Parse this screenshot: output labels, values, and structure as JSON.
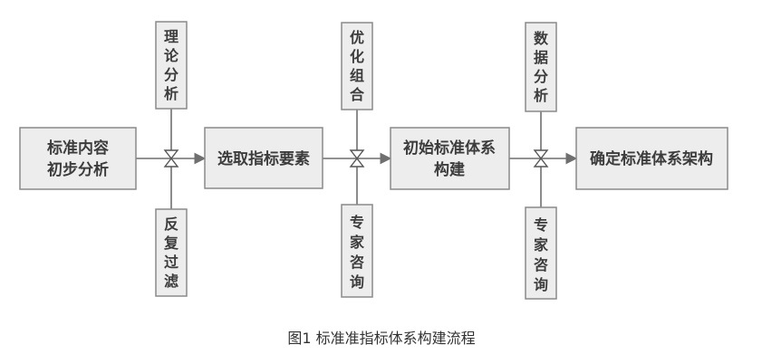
{
  "main_steps": [
    {
      "id": "step1",
      "lines": [
        "标准内容",
        "初步分析"
      ]
    },
    {
      "id": "step2",
      "lines": [
        "选取指标要素"
      ]
    },
    {
      "id": "step3",
      "lines": [
        "初始标准体系",
        "构建"
      ]
    },
    {
      "id": "step4",
      "lines": [
        "确定标准体系架构"
      ]
    }
  ],
  "inputs": [
    {
      "id": "theory-analysis",
      "text": "理论分析"
    },
    {
      "id": "repeated-filtering",
      "text": "反复过滤"
    },
    {
      "id": "optimized-combination",
      "text": "优化组合"
    },
    {
      "id": "expert-consultation-1",
      "text": "专家咨询"
    },
    {
      "id": "data-analysis",
      "text": "数据分析"
    },
    {
      "id": "expert-consultation-2",
      "text": "专家咨询"
    }
  ],
  "caption": "图1  标准准指标体系构建流程"
}
